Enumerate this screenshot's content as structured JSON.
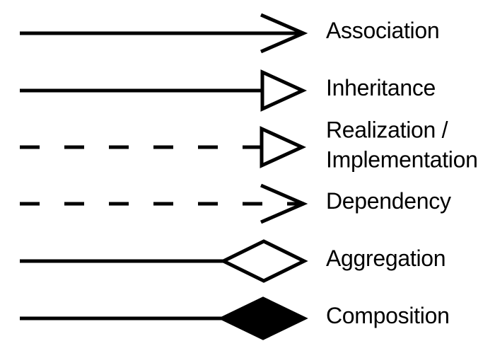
{
  "legend": {
    "colors": {
      "ink": "#000000",
      "background": "#ffffff"
    },
    "rows": [
      {
        "label": "Association",
        "line": "solid",
        "marker": "open-arrowhead"
      },
      {
        "label": "Inheritance",
        "line": "solid",
        "marker": "hollow-triangle"
      },
      {
        "label": "Realization / Implementation",
        "line": "dashed",
        "marker": "hollow-triangle"
      },
      {
        "label": "Dependency",
        "line": "dashed",
        "marker": "open-arrowhead"
      },
      {
        "label": "Aggregation",
        "line": "solid",
        "marker": "hollow-diamond"
      },
      {
        "label": "Composition",
        "line": "solid",
        "marker": "filled-diamond"
      }
    ]
  }
}
